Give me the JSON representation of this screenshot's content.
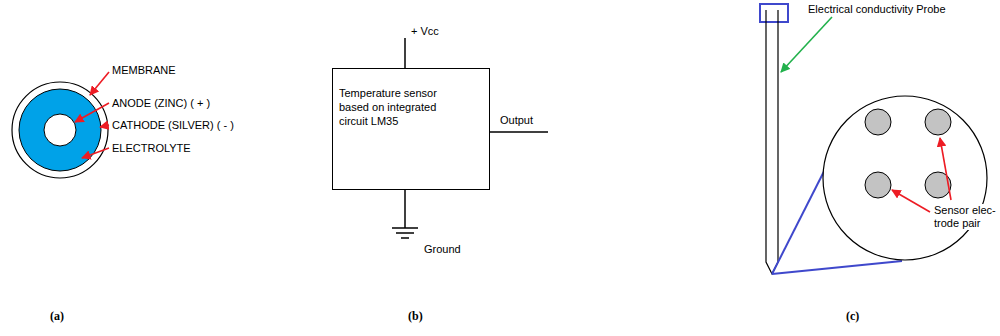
{
  "diagram": {
    "nodes": [
      {
        "text": [
          "Temperature sensor based on integrated circuit LM35"
        ]
      }
    ],
    "labels": [
      "MEMBRANE",
      "ANODE (ZINC) ( + )",
      "CATHODE (SILVER) ( - )",
      "ELECTROLYTE",
      "(a)",
      "+ Vcc",
      "Output",
      "Ground",
      "(b)",
      "Electrical conductivity Probe",
      "Sensor elec-trode pair",
      "(c)"
    ]
  }
}
